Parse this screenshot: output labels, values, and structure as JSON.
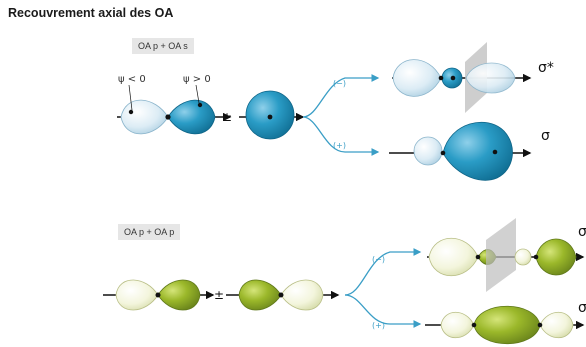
{
  "title": "Recouvrement axial des OA",
  "section1": {
    "tag": "OA p + OA s",
    "psi_neg": "ψ < 0",
    "psi_pos": "ψ > 0",
    "pm": "±",
    "branch_minus": "(−)",
    "branch_plus": "(+)",
    "sigma_star": "σ*",
    "sigma": "σ"
  },
  "section2": {
    "tag": "OA p + OA p",
    "pm": "±",
    "branch_minus": "(−)",
    "branch_plus": "(+)",
    "sigma_star": "σ",
    "sigma": "σ"
  },
  "colors": {
    "blue_dark": "#1f8bb5",
    "blue_light": "#d6e9f4",
    "green_dark": "#8eaa22",
    "green_light": "#f1f3d8",
    "branch": "#3a9ec6"
  }
}
